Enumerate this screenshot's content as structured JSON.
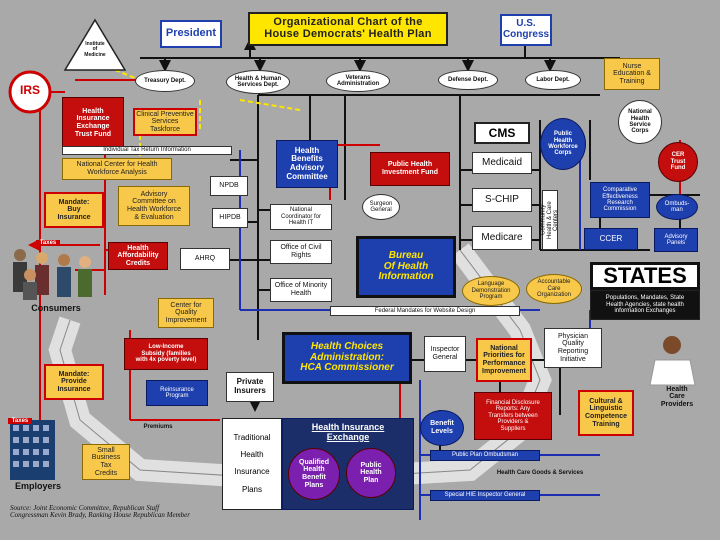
{
  "title": "Organizational Chart of the\nHouse Democrats' Health Plan",
  "nodes": {
    "president": "President",
    "congress": "U.S.\nCongress",
    "iom": "Institute\nof\nMedicine",
    "irs": "IRS",
    "treasury": "Treasury Dept.",
    "hhs": "Health & Human\nServices Dept.",
    "va": "Veterans\nAdministration",
    "defense": "Defense Dept.",
    "labor": "Labor Dept.",
    "nurse": "Nurse\nEducation &\nTraining",
    "hiexchange_trust": "Health\nInsurance\nExchange\nTrust Fund",
    "clinical": "Clinical Preventive\nServices\nTaskforce",
    "indiv_tax": "Individual Tax Return Information",
    "nhsc": "National\nHealth\nService\nCorps",
    "nchwa": "National Center for Health\nWorkforce Analysis",
    "cms": "CMS",
    "phwc": "Public\nHealth\nWorkforce\nCorps",
    "cer_trust": "CER\nTrust\nFund",
    "hbac": "Health\nBenefits\nAdvisory\nCommittee",
    "phif": "Public Health\nInvestment Fund",
    "medicaid": "Medicaid",
    "npdb": "NPDB",
    "mandate_buy": "Mandate:\nBuy\nInsurance",
    "advisory_committee": "Advisory\nCommittee on\nHealth Workforce\n& Evaluation",
    "hipdb": "HIPDB",
    "natl_coord": "National\nCoordinator for\nHealth IT",
    "surgeon": "Surgeon\nGeneral",
    "schip": "S-CHIP",
    "chc": "Community\nHealth & Care\nCenters",
    "comp_eff": "Comparative\nEffectiveness\nResearch\nCommission",
    "ombudsman": "Ombuds-\nman",
    "taxes1": "Taxes",
    "hac": "Health\nAffordability\nCredits",
    "ahrq": "AHRQ",
    "ocr": "Office of Civil\nRights",
    "boh": "Bureau\nOf Health\nInformation",
    "medicare": "Medicare",
    "ccer": "CCER",
    "adv_panels": "Advisory\nPanels",
    "omh": "Office of Minority\nHealth",
    "ldp": "Language\nDemonstration\nProgram",
    "aco": "Accountable\nCare\nOrganization",
    "states": "STATES",
    "states_sub": "Populations, Mandates, State\nHealth Agencies, state health\ninformation Exchanges",
    "consumers": "Consumers",
    "cqi": "Center for\nQuality\nImprovement",
    "fed_mandates": "Federal Mandates for Website Design",
    "low_income": "Low-Income\nSubsidy (families\nwith 4x poverty level)",
    "hca": "Health Choices\nAdministration:\nHCA Commissioner",
    "ig": "Inspector\nGeneral",
    "npp": "National\nPriorities for\nPerformance\nImprovement",
    "pqri": "Physician\nQuality\nReporting\nInitiative",
    "mandate_provide": "Mandate:\nProvide\nInsurance",
    "reinsurance": "Reinsurance\nProgram",
    "private": "Private\nInsurers",
    "fin_disclosure": "Financial Disclosure\nReports: Any\nTransfers between\nProviders &\nSuppliers",
    "cultural": "Cultural &\nLinguistic\nCompetence\nTraining",
    "hcp": "Health\nCare\nProviders",
    "taxes2": "Taxes",
    "premiums": "Premiums",
    "benefit_levels": "Benefit\nLevels",
    "traditional": "Traditional\n\nHealth\n\nInsurance\n\nPlans",
    "hie": "Health Insurance\nExchange",
    "qhbp": "Qualified\nHealth\nBenefit\nPlans",
    "php": "Public\nHealth\nPlan",
    "small_biz": "Small\nBusiness\nTax\nCredits",
    "employers": "Employers",
    "public_plan_omb": "Public Plan Ombudsman",
    "goods_services": "Health Care Goods & Services",
    "special_ig": "Special HIE Inspector General"
  },
  "source": "Source: Joint Economic Committee, Republican Staff\nCongressman Kevin Brady, Ranking House Republican Member",
  "colors": {
    "background": "#a9a9a9",
    "title_fill": "#ffe600",
    "orange_box": "#f7c84a",
    "red_box": "#c40d0d",
    "blue_box": "#1e3fae",
    "black_line": "#111111",
    "red_line": "#c00000",
    "blue_line": "#1d2fb0",
    "yellow_dash": "#ffe600"
  }
}
